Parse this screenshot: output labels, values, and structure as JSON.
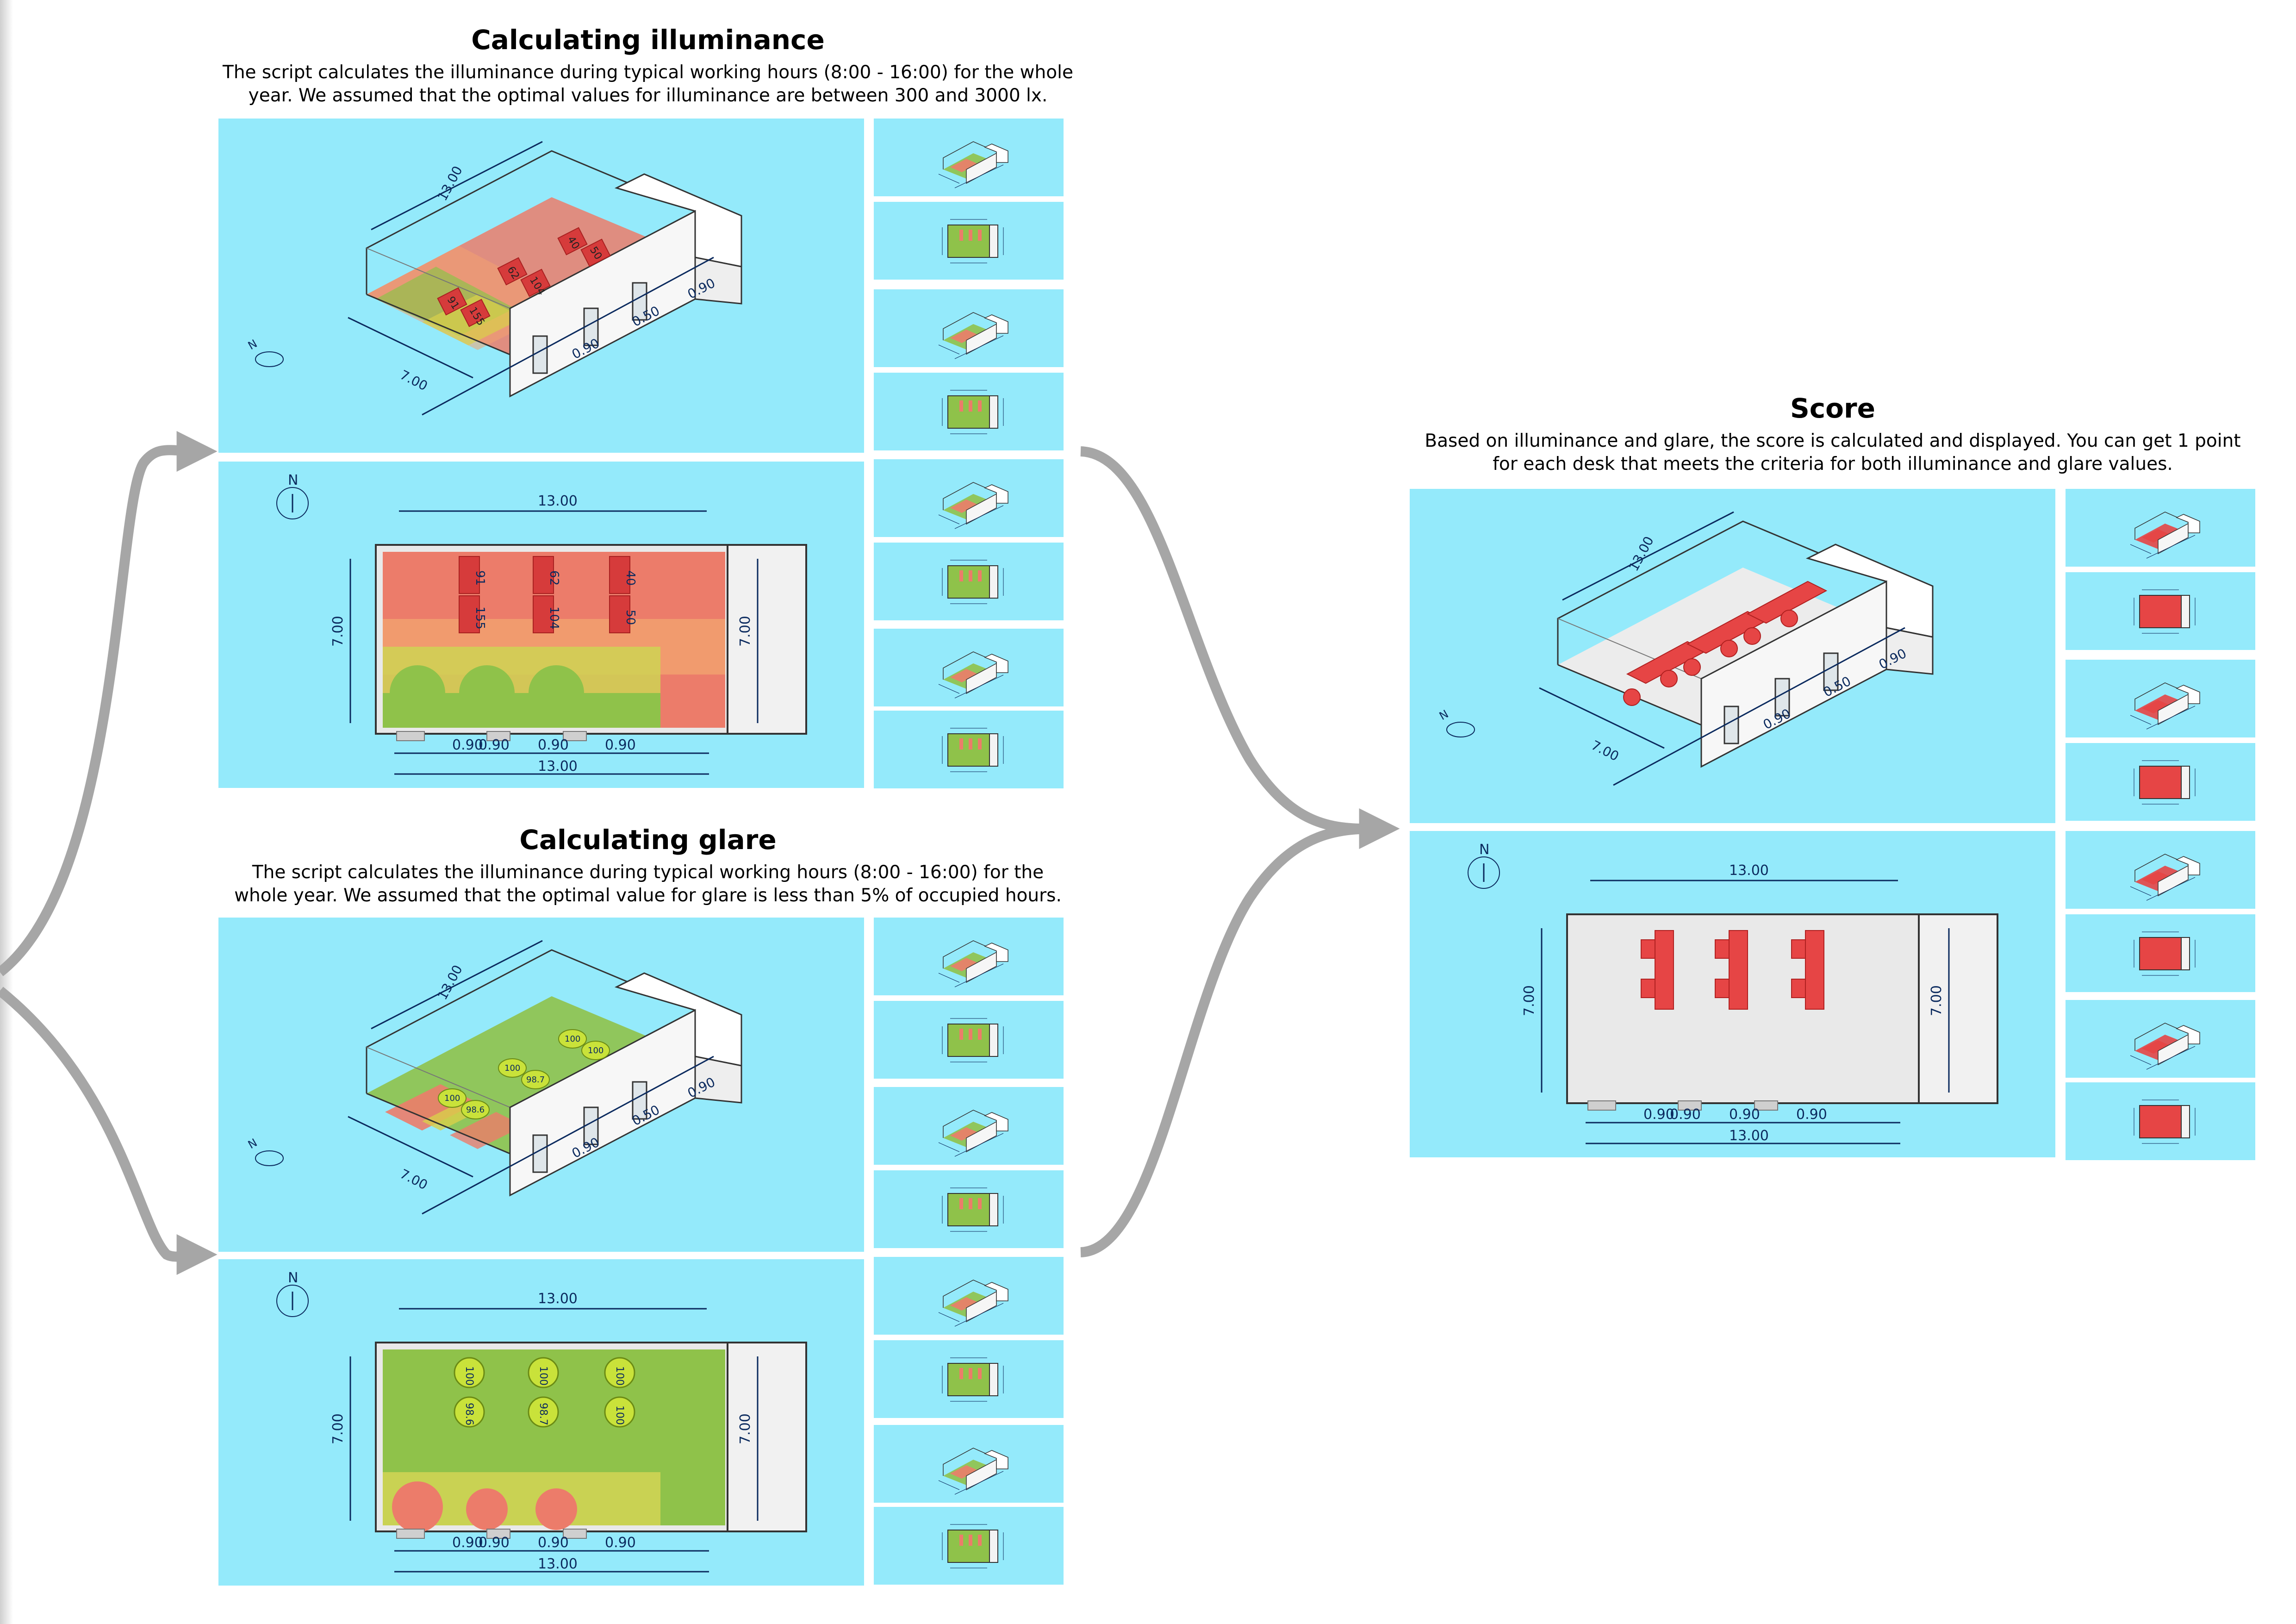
{
  "sections": {
    "illuminance": {
      "title": "Calculating illuminance",
      "desc_line1": "The script calculates the illuminance during typical working hours (8:00 - 16:00) for the whole",
      "desc_line2": "year. We assumed that the optimal values for illuminance are between 300 and 3000 lx."
    },
    "glare": {
      "title": "Calculating glare",
      "desc_line1": "The script calculates the illuminance during typical working hours (8:00 - 16:00) for the",
      "desc_line2": "whole year. We assumed that the optimal value for glare is less than 5% of occupied hours."
    },
    "score": {
      "title": "Score",
      "desc_line1": "Based on illuminance and glare, the score is calculated and displayed. You can get 1 point",
      "desc_line2": "for each desk that meets the criteria for both illuminance and glare values."
    }
  },
  "dimensions": {
    "length": "13.00",
    "width": "7.00",
    "offset_a": "0.90",
    "offset_b": "0.90",
    "offset_c": "0.90",
    "offset_d": "0.90",
    "offset_e": "0.50",
    "offset_f": "0.90",
    "north": "N"
  },
  "illuminance_values": [
    "91",
    "155",
    "62",
    "104",
    "40",
    "50"
  ],
  "glare_values": [
    "100",
    "98.6",
    "100",
    "98.7",
    "100",
    "100"
  ],
  "colors": {
    "panel_bg": "#94eafb",
    "heat_red": "#ec7c6a",
    "heat_green": "#8fc24a",
    "heat_yellow": "#d8d04a",
    "desk_red": "#e64545",
    "dim_blue": "#0b2a5e",
    "arrow_gray": "#a6a6a6"
  }
}
